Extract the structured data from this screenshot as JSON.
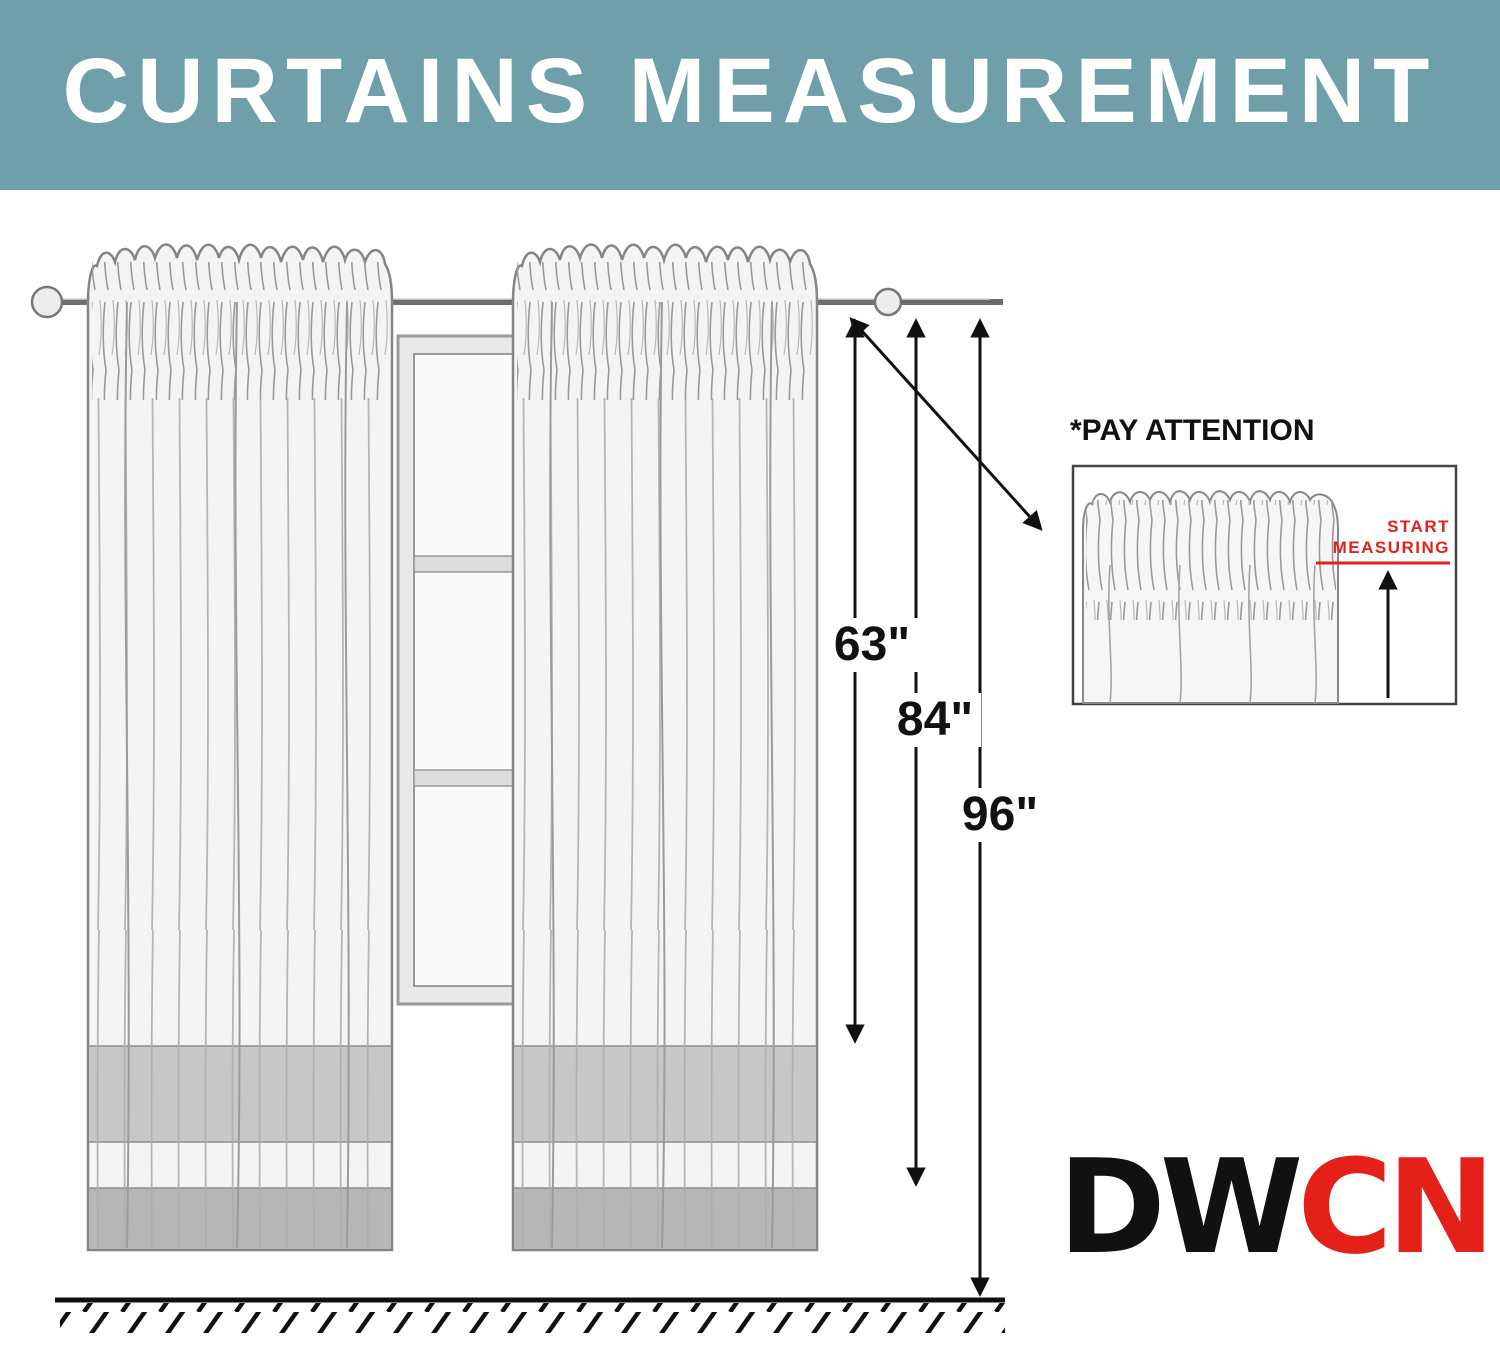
{
  "header": {
    "title": "CURTAINS MEASUREMENT"
  },
  "measurements": {
    "len63": "63\"",
    "len84": "84\"",
    "len96": "96\""
  },
  "inset": {
    "title": "*PAY ATTENTION",
    "start": "START",
    "measuring": "MEASURING"
  },
  "logo": {
    "black": "DW",
    "red": "CN"
  },
  "colors": {
    "banner": "#6f9fa9",
    "accent_red": "#e32119",
    "curtain_fill": "#f4f4f4",
    "band1": "#c7c7c7",
    "band2": "#b6b6b6"
  }
}
